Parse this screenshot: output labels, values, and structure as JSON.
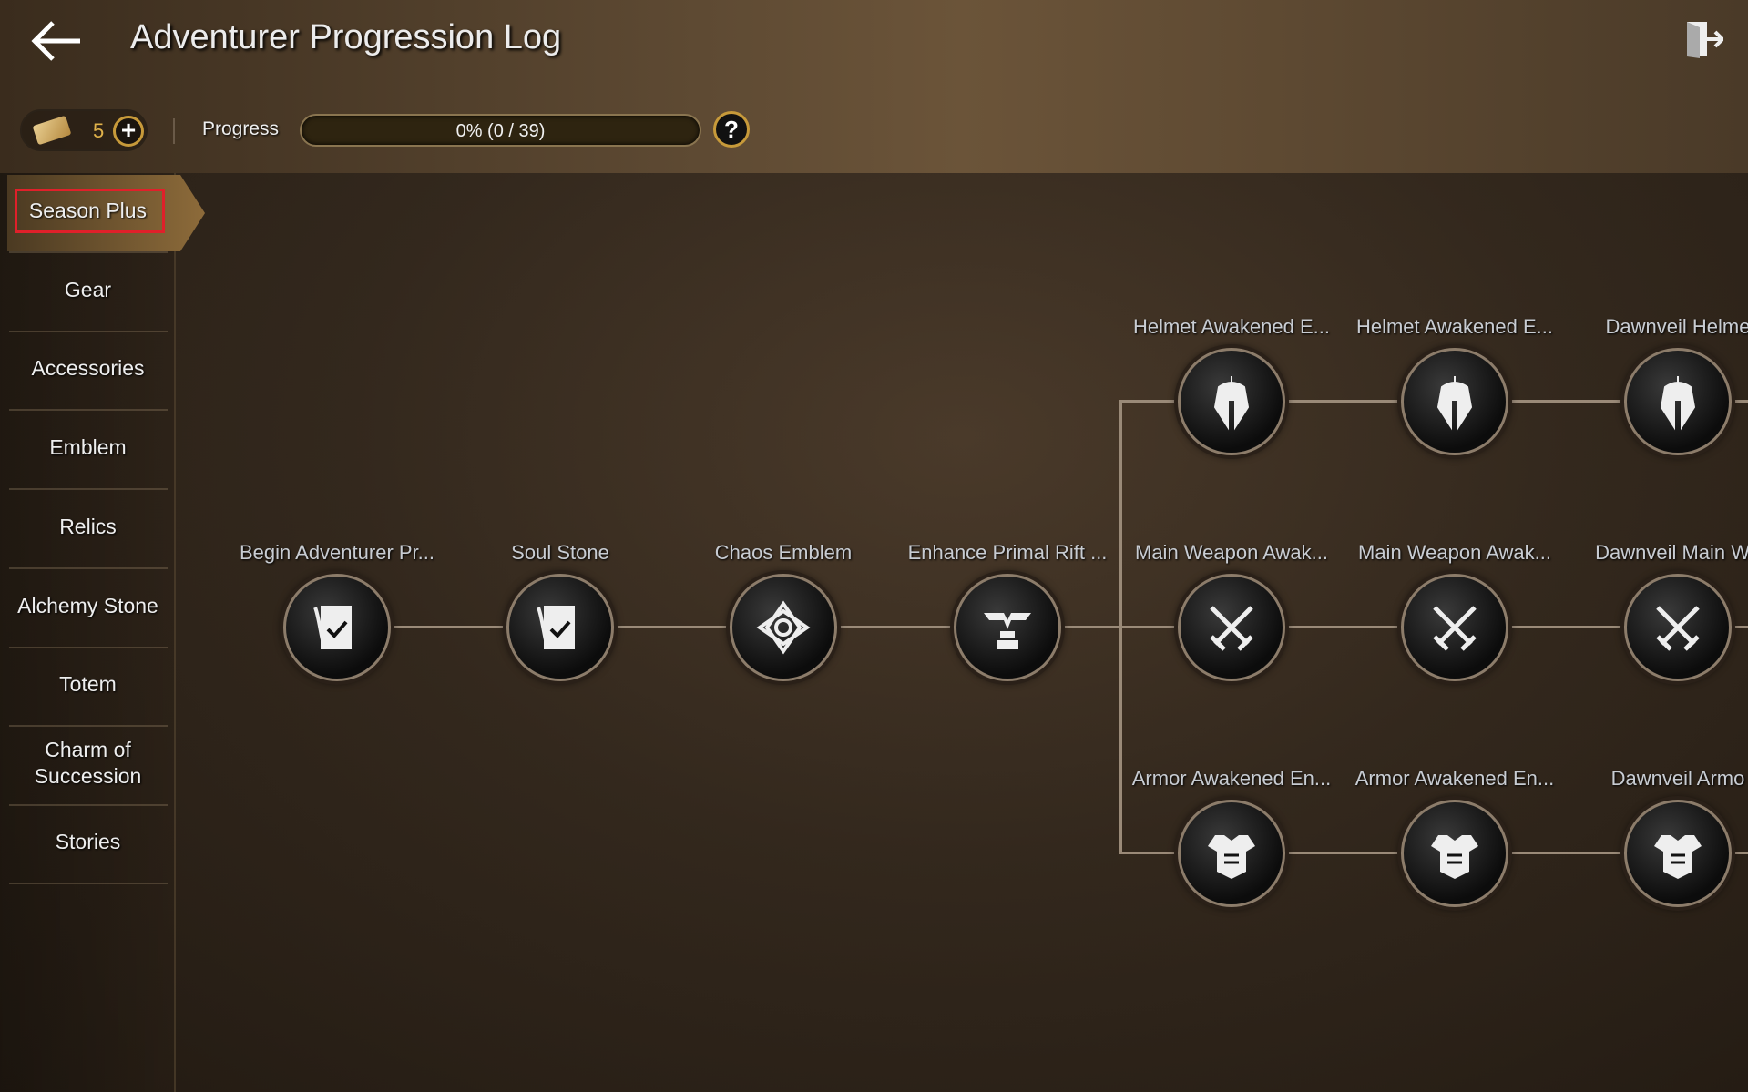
{
  "header": {
    "title": "Adventurer Progression Log",
    "currency_count": "5",
    "progress_label": "Progress",
    "progress_text": "0% (0 / 39)",
    "progress_fraction": 0,
    "help": "?"
  },
  "sidebar": {
    "selected": 0,
    "items": [
      {
        "label": "Season Plus"
      },
      {
        "label": "Gear"
      },
      {
        "label": "Accessories"
      },
      {
        "label": "Emblem"
      },
      {
        "label": "Relics"
      },
      {
        "label": "Alchemy Stone"
      },
      {
        "label": "Totem"
      },
      {
        "label": "Charm of Succession"
      },
      {
        "label": "Stories"
      }
    ]
  },
  "tree": {
    "nodes": [
      {
        "label": "Begin Adventurer Pr...",
        "icon": "scroll-check-icon",
        "col": 0,
        "row": 1
      },
      {
        "label": "Soul Stone",
        "icon": "scroll-check-icon",
        "col": 1,
        "row": 1
      },
      {
        "label": "Chaos Emblem",
        "icon": "knot-emblem-icon",
        "col": 2,
        "row": 1
      },
      {
        "label": "Enhance Primal Rift ...",
        "icon": "winged-totem-icon",
        "col": 3,
        "row": 1
      },
      {
        "label": "Helmet Awakened E...",
        "icon": "helmet-icon",
        "col": 4,
        "row": 0
      },
      {
        "label": "Helmet Awakened E...",
        "icon": "helmet-icon",
        "col": 5,
        "row": 0
      },
      {
        "label": "Dawnveil Helme",
        "icon": "helmet-icon",
        "col": 6,
        "row": 0
      },
      {
        "label": "Main Weapon Awak...",
        "icon": "crossed-swords-icon",
        "col": 4,
        "row": 1
      },
      {
        "label": "Main Weapon Awak...",
        "icon": "crossed-swords-icon",
        "col": 5,
        "row": 1
      },
      {
        "label": "Dawnveil Main We",
        "icon": "crossed-swords-icon",
        "col": 6,
        "row": 1
      },
      {
        "label": "Armor Awakened En...",
        "icon": "armor-icon",
        "col": 4,
        "row": 2
      },
      {
        "label": "Armor Awakened En...",
        "icon": "armor-icon",
        "col": 5,
        "row": 2
      },
      {
        "label": "Dawnveil Armo",
        "icon": "armor-icon",
        "col": 6,
        "row": 2
      }
    ]
  }
}
